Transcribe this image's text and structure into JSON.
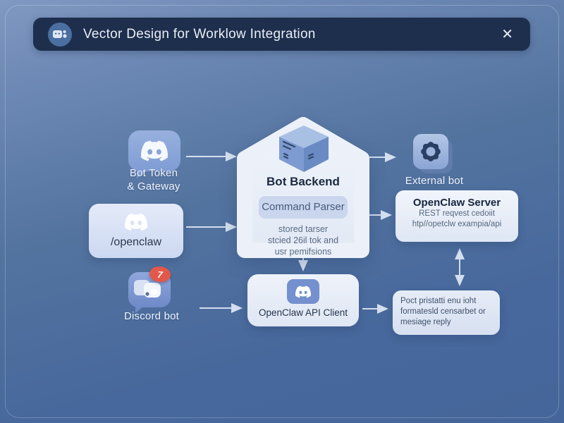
{
  "title_bar": {
    "icon": "bot-chat-icon",
    "title": "Vector Design for Worklow Integration",
    "close_label": "✕"
  },
  "left": {
    "bot_token": {
      "line1": "Bot Token",
      "line2": "& Gateway",
      "icon": "discord-icon"
    },
    "openclaw_cmd": {
      "label": "/openclaw",
      "icon": "discord-icon"
    },
    "discord_bot": {
      "label": "Discord bot",
      "badge": "7",
      "icon": "discord-chat-bubble-icon"
    }
  },
  "center": {
    "backend": {
      "icon": "package-box-icon",
      "title": "Bot Backend",
      "chip": "Command Parser",
      "note1": "stored tarser",
      "note2": "stcied 26il tok and",
      "note3": "usr pemifsions"
    },
    "api_client": {
      "label": "OpenClaw API Client",
      "icon": "discord-icon"
    }
  },
  "right": {
    "external_bot": {
      "label": "External bot",
      "icon": "gear-bot-icon"
    },
    "server": {
      "title": "OpenClaw Server",
      "line1": "REST reqvest cedoiit",
      "line2": "htp//opetclw exampia/api"
    },
    "reply": {
      "line1": "Poct pristatti enu ioht",
      "line2": "formatesld censarbet or",
      "line3": "mesiage reply"
    }
  },
  "colors": {
    "background_top": "#8099c2",
    "background_bottom": "#45669a",
    "titlebar": "#1e2f4d",
    "card": "#e9eef7",
    "accent_blue": "#7d9bd0",
    "badge_red": "#e4584a",
    "arrow": "#dbe5f4"
  }
}
